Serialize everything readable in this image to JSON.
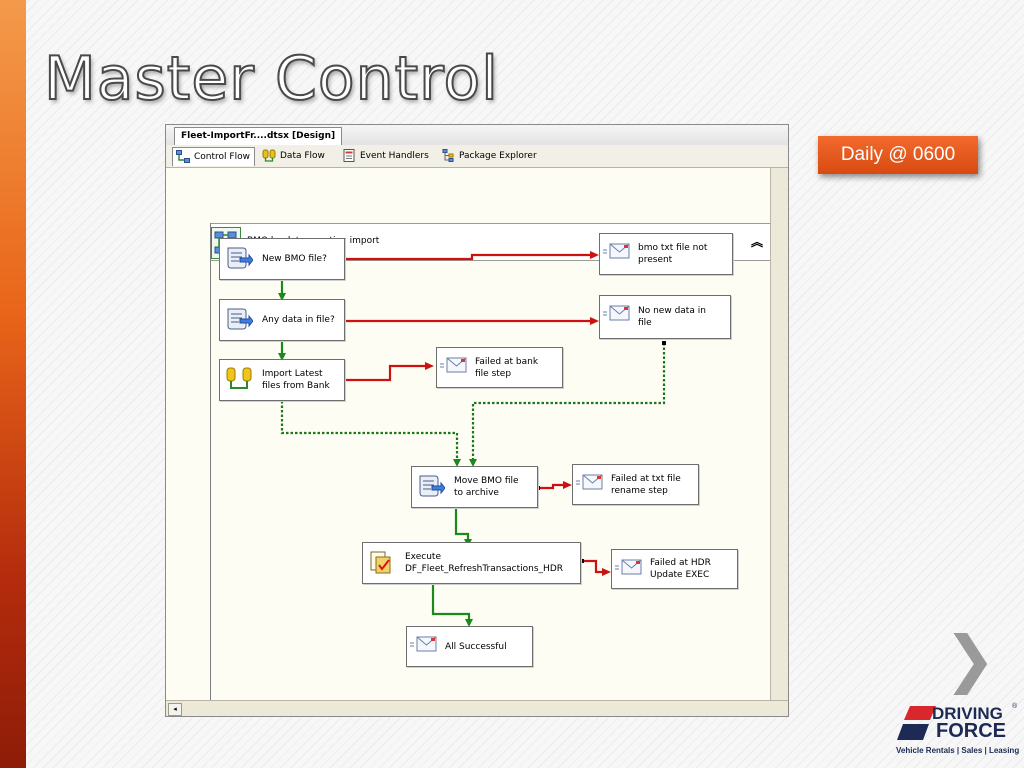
{
  "slide": {
    "title": "Master Control",
    "schedule_badge": "Daily @ 0600",
    "nav_next_glyph": "❯",
    "logo": {
      "line1": "DRIVING",
      "line2": "FORCE",
      "tagline": "Vehicle Rentals | Sales | Leasing",
      "registered": "®"
    },
    "colors": {
      "accent": "#e35a1c",
      "brand_navy": "#1c2a55",
      "success_flow": "#1a8a1a",
      "failure_flow": "#cc1111"
    }
  },
  "designer": {
    "document_tab": "Fleet-ImportFr....dtsx [Design]",
    "tabs": [
      {
        "label": "Control Flow",
        "icon": "control-flow-icon",
        "active": true
      },
      {
        "label": "Data Flow",
        "icon": "data-flow-icon",
        "active": false
      },
      {
        "label": "Event Handlers",
        "icon": "event-handlers-icon",
        "active": false
      },
      {
        "label": "Package Explorer",
        "icon": "package-explorer-icon",
        "active": false
      }
    ],
    "container": {
      "title": "BMO bank transaction import",
      "collapse_glyph": "︽"
    },
    "tasks": {
      "new_bmo_file": "New BMO file?",
      "any_data": "Any data in file?",
      "import_latest": "Import Latest\nfiles from Bank",
      "move_bmo": "Move BMO file\nto archive",
      "execute": "Execute\nDF_Fleet_RefreshTransactions_HDR",
      "bmo_not_present": "bmo txt file not\npresent",
      "no_new_data": "No new data in\nfile",
      "failed_bank": "Failed at bank\nfile step",
      "failed_rename": "Failed at txt file\nrename step",
      "failed_hdr": "Failed at HDR\nUpdate EXEC",
      "all_successful": "All Successful"
    },
    "scroll_left_glyph": "◂"
  }
}
